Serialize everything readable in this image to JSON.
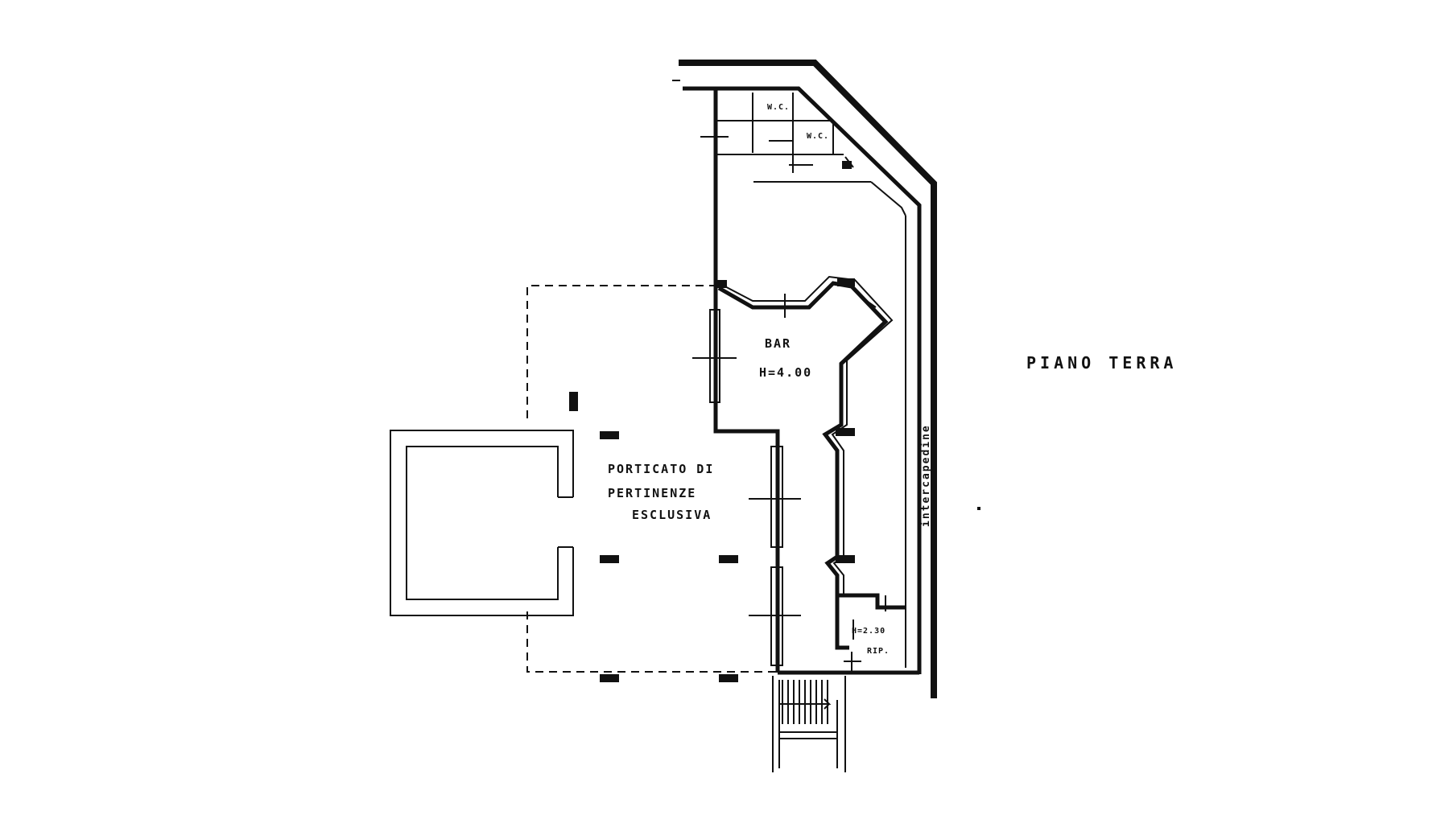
{
  "drawing": {
    "title": "PIANO TERRA",
    "rooms": {
      "bar_name": "BAR",
      "bar_height": "H=4.00",
      "porch_line1": "PORTICATO DI",
      "porch_line2": "PERTINENZE",
      "porch_line3": "ESCLUSIVA",
      "wc_upper": "W.C.",
      "wc_lower": "W.C.",
      "storage_height": "H=2.30",
      "storage_name": "RIP.",
      "cavity": "intercapedine"
    }
  },
  "colors": {
    "ink": "#111111",
    "paper": "#ffffff"
  }
}
